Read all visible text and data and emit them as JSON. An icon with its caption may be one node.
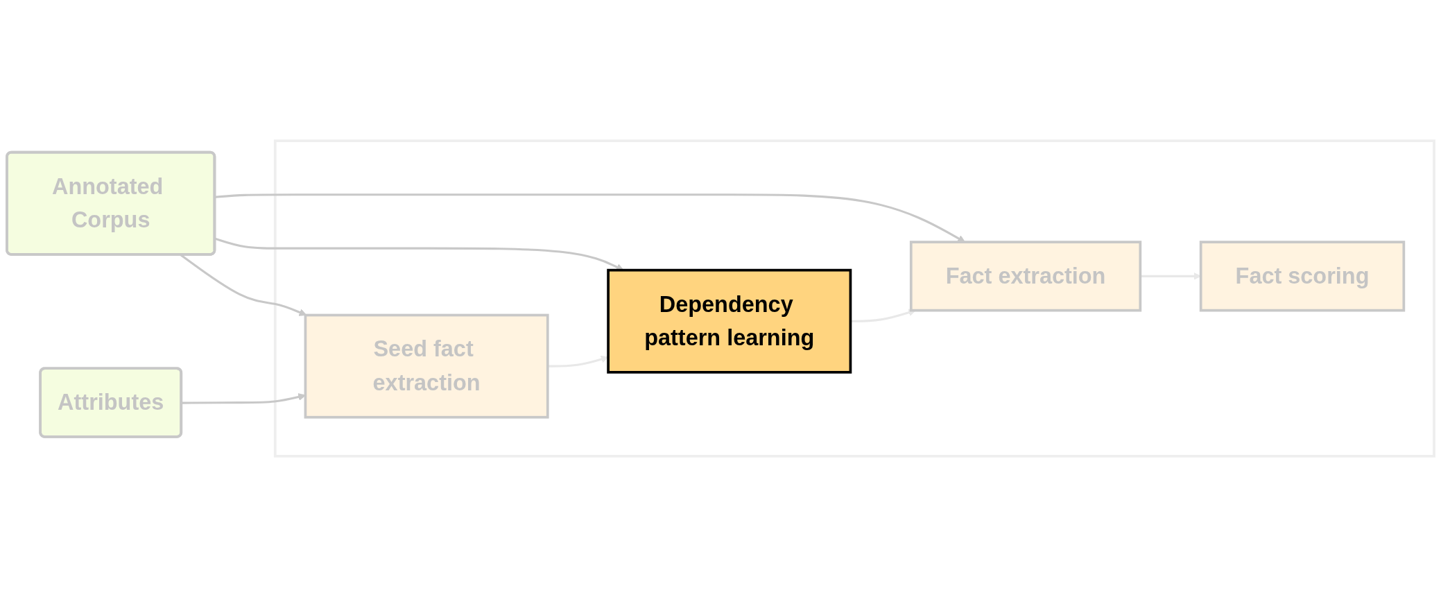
{
  "diagram": {
    "nodes": [
      {
        "text": [
          "Annotated Corpus"
        ]
      },
      {
        "text": [],
        "shape": "box"
      },
      {
        "text": [
          "Seed fact extraction"
        ],
        "in": 1
      },
      {
        "text": [
          "Dependency pattern learning"
        ],
        "in": 1
      },
      {
        "text": [
          "Fact extraction"
        ],
        "in": 1
      },
      {
        "text": [
          "Fact scoring"
        ],
        "in": 1
      },
      {
        "text": [
          "Attributes"
        ]
      }
    ],
    "edges": [
      {
        "from": 0,
        "to": 2,
        "arrow": "to"
      },
      {
        "from": 0,
        "to": 3,
        "arrow": "to"
      },
      {
        "from": 0,
        "to": 4,
        "arrow": "to"
      },
      {
        "from": 6,
        "to": 2,
        "arrow": "to"
      },
      {
        "from": 2,
        "to": 3,
        "arrow": "to",
        "color": "#e8e8e8"
      },
      {
        "from": 3,
        "to": 4,
        "arrow": "to",
        "color": "#e8e8e8"
      },
      {
        "from": 4,
        "to": 5,
        "arrow": "to",
        "color": "#e8e8e8"
      }
    ]
  }
}
